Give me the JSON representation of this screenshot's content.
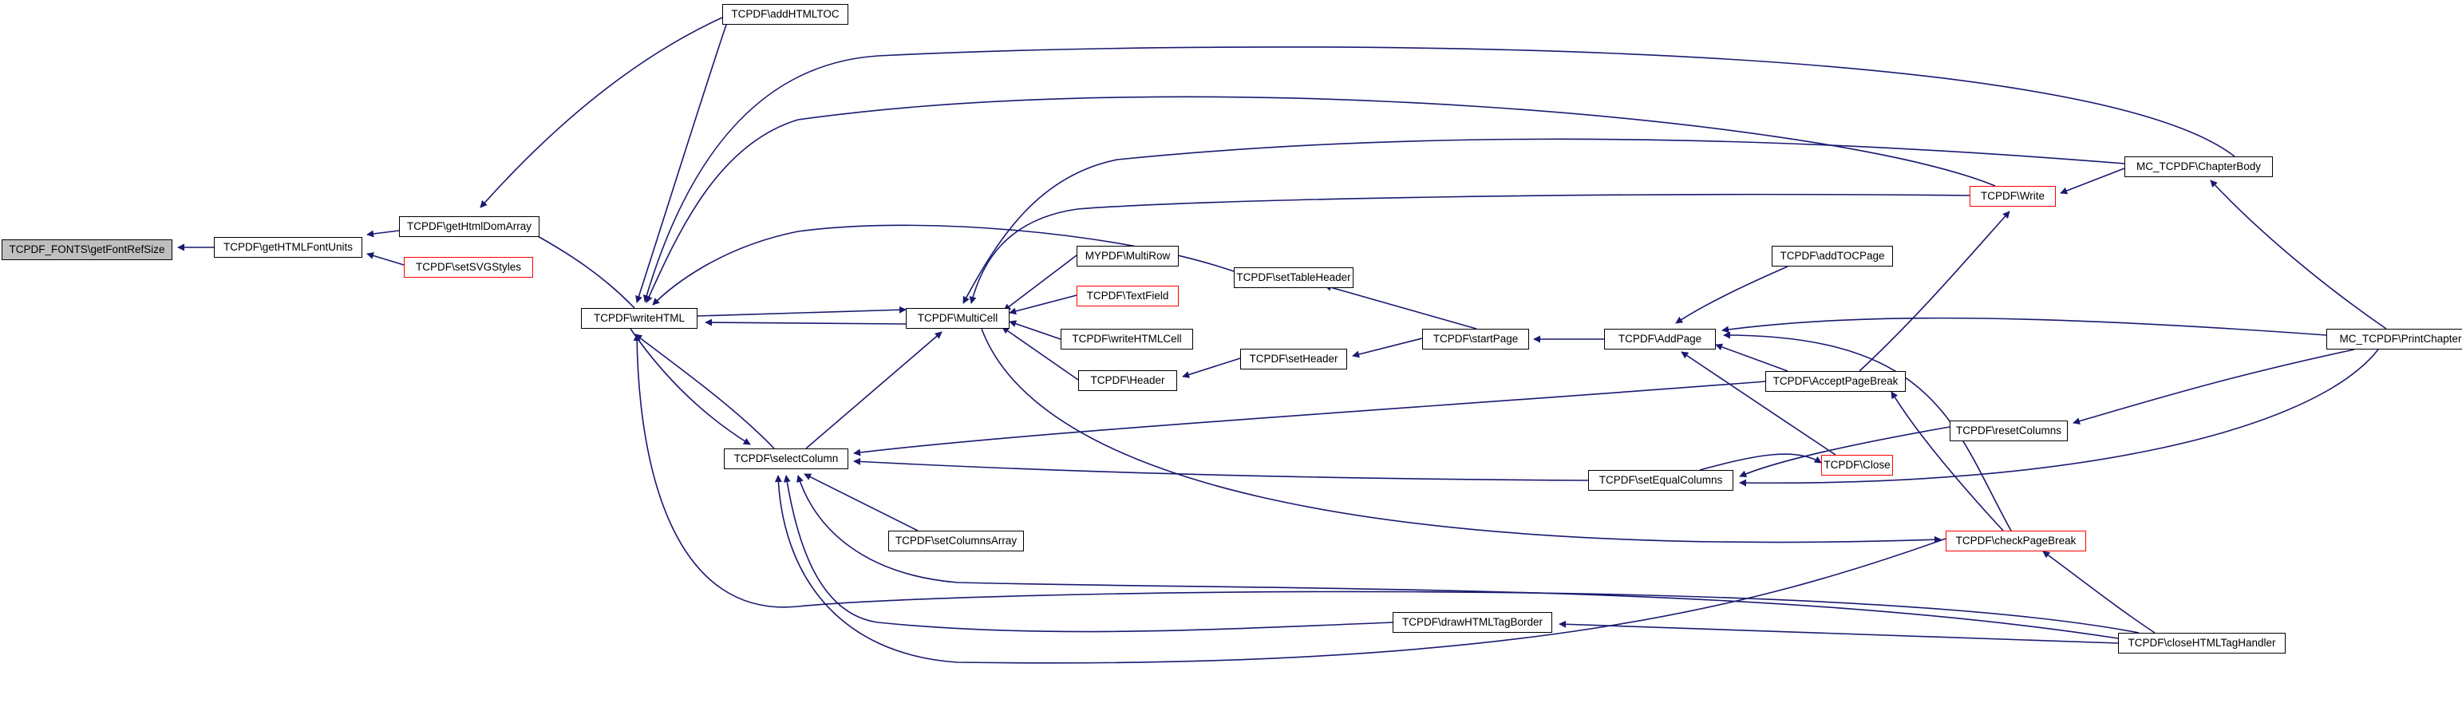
{
  "graph": {
    "edge_color": "#191970",
    "root_fill": "#bfbfbf",
    "red_border": "#ff0000",
    "nodes": [
      {
        "id": "fonts_getfontrefsize",
        "label": "TCPDF_FONTS\\getFontRefSize",
        "style": "root"
      },
      {
        "id": "gethtmlfontunits",
        "label": "TCPDF\\getHTMLFontUnits",
        "style": "normal"
      },
      {
        "id": "gethtmldomarray",
        "label": "TCPDF\\getHtmlDomArray",
        "style": "normal"
      },
      {
        "id": "setsvgstyles",
        "label": "TCPDF\\setSVGStyles",
        "style": "red"
      },
      {
        "id": "addhtmltoc",
        "label": "TCPDF\\addHTMLTOC",
        "style": "normal"
      },
      {
        "id": "writehtml",
        "label": "TCPDF\\writeHTML",
        "style": "normal"
      },
      {
        "id": "selectcolumn",
        "label": "TCPDF\\selectColumn",
        "style": "normal"
      },
      {
        "id": "multicell",
        "label": "TCPDF\\MultiCell",
        "style": "normal"
      },
      {
        "id": "mypdf_multirow",
        "label": "MYPDF\\MultiRow",
        "style": "normal"
      },
      {
        "id": "textfield",
        "label": "TCPDF\\TextField",
        "style": "red"
      },
      {
        "id": "writehtmlcell",
        "label": "TCPDF\\writeHTMLCell",
        "style": "normal"
      },
      {
        "id": "header",
        "label": "TCPDF\\Header",
        "style": "normal"
      },
      {
        "id": "setheader",
        "label": "TCPDF\\setHeader",
        "style": "normal"
      },
      {
        "id": "settableheader",
        "label": "TCPDF\\setTableHeader",
        "style": "normal"
      },
      {
        "id": "startpage",
        "label": "TCPDF\\startPage",
        "style": "normal"
      },
      {
        "id": "setcolumnsarray",
        "label": "TCPDF\\setColumnsArray",
        "style": "normal"
      },
      {
        "id": "drawhtmltagborder",
        "label": "TCPDF\\drawHTMLTagBorder",
        "style": "normal"
      },
      {
        "id": "addtocpage",
        "label": "TCPDF\\addTOCPage",
        "style": "normal"
      },
      {
        "id": "addpage",
        "label": "TCPDF\\AddPage",
        "style": "normal"
      },
      {
        "id": "acceptpagebreak",
        "label": "TCPDF\\AcceptPageBreak",
        "style": "normal"
      },
      {
        "id": "close",
        "label": "TCPDF\\Close",
        "style": "red"
      },
      {
        "id": "setequalcolumns",
        "label": "TCPDF\\setEqualColumns",
        "style": "normal"
      },
      {
        "id": "checkpagebreak",
        "label": "TCPDF\\checkPageBreak",
        "style": "red"
      },
      {
        "id": "write",
        "label": "TCPDF\\Write",
        "style": "red"
      },
      {
        "id": "resetcolumns",
        "label": "TCPDF\\resetColumns",
        "style": "normal"
      },
      {
        "id": "mc_chapterbody",
        "label": "MC_TCPDF\\ChapterBody",
        "style": "normal"
      },
      {
        "id": "mc_printchapter",
        "label": "MC_TCPDF\\PrintChapter",
        "style": "normal"
      },
      {
        "id": "closehtmltaghandler",
        "label": "TCPDF\\closeHTMLTagHandler",
        "style": "normal"
      }
    ],
    "edges": [
      {
        "from": "gethtmlfontunits",
        "to": "fonts_getfontrefsize"
      },
      {
        "from": "gethtmldomarray",
        "to": "gethtmlfontunits"
      },
      {
        "from": "setsvgstyles",
        "to": "gethtmlfontunits"
      },
      {
        "from": "addhtmltoc",
        "to": "gethtmldomarray"
      },
      {
        "from": "writehtml",
        "to": "gethtmldomarray"
      },
      {
        "from": "addhtmltoc",
        "to": "writehtml"
      },
      {
        "from": "mc_chapterbody",
        "to": "writehtml"
      },
      {
        "from": "write",
        "to": "writehtml"
      },
      {
        "from": "settableheader",
        "to": "writehtml"
      },
      {
        "from": "writehtml",
        "to": "multicell"
      },
      {
        "from": "multicell",
        "to": "writehtml"
      },
      {
        "from": "writehtml",
        "to": "selectcolumn"
      },
      {
        "from": "selectcolumn",
        "to": "writehtml"
      },
      {
        "from": "closehtmltaghandler",
        "to": "writehtml"
      },
      {
        "from": "mc_chapterbody",
        "to": "multicell"
      },
      {
        "from": "write",
        "to": "multicell"
      },
      {
        "from": "mypdf_multirow",
        "to": "multicell"
      },
      {
        "from": "textfield",
        "to": "multicell"
      },
      {
        "from": "writehtmlcell",
        "to": "multicell"
      },
      {
        "from": "header",
        "to": "multicell"
      },
      {
        "from": "selectcolumn",
        "to": "multicell"
      },
      {
        "from": "multicell",
        "to": "checkpagebreak"
      },
      {
        "from": "setheader",
        "to": "header"
      },
      {
        "from": "startpage",
        "to": "setheader"
      },
      {
        "from": "startpage",
        "to": "settableheader"
      },
      {
        "from": "addpage",
        "to": "startpage"
      },
      {
        "from": "addtocpage",
        "to": "addpage"
      },
      {
        "from": "acceptpagebreak",
        "to": "addpage"
      },
      {
        "from": "close",
        "to": "addpage"
      },
      {
        "from": "checkpagebreak",
        "to": "addpage"
      },
      {
        "from": "mc_printchapter",
        "to": "addpage"
      },
      {
        "from": "acceptpagebreak",
        "to": "selectcolumn"
      },
      {
        "from": "acceptpagebreak",
        "to": "write"
      },
      {
        "from": "setequalcolumns",
        "to": "selectcolumn"
      },
      {
        "from": "setequalcolumns",
        "to": "close"
      },
      {
        "from": "resetcolumns",
        "to": "setequalcolumns"
      },
      {
        "from": "mc_printchapter",
        "to": "setequalcolumns"
      },
      {
        "from": "mc_printchapter",
        "to": "resetcolumns"
      },
      {
        "from": "setcolumnsarray",
        "to": "selectcolumn"
      },
      {
        "from": "drawhtmltagborder",
        "to": "selectcolumn"
      },
      {
        "from": "closehtmltaghandler",
        "to": "selectcolumn"
      },
      {
        "from": "checkpagebreak",
        "to": "selectcolumn"
      },
      {
        "from": "closehtmltaghandler",
        "to": "drawhtmltagborder"
      },
      {
        "from": "checkpagebreak",
        "to": "acceptpagebreak"
      },
      {
        "from": "closehtmltaghandler",
        "to": "checkpagebreak"
      },
      {
        "from": "mc_chapterbody",
        "to": "write"
      },
      {
        "from": "mc_printchapter",
        "to": "mc_chapterbody"
      }
    ]
  }
}
